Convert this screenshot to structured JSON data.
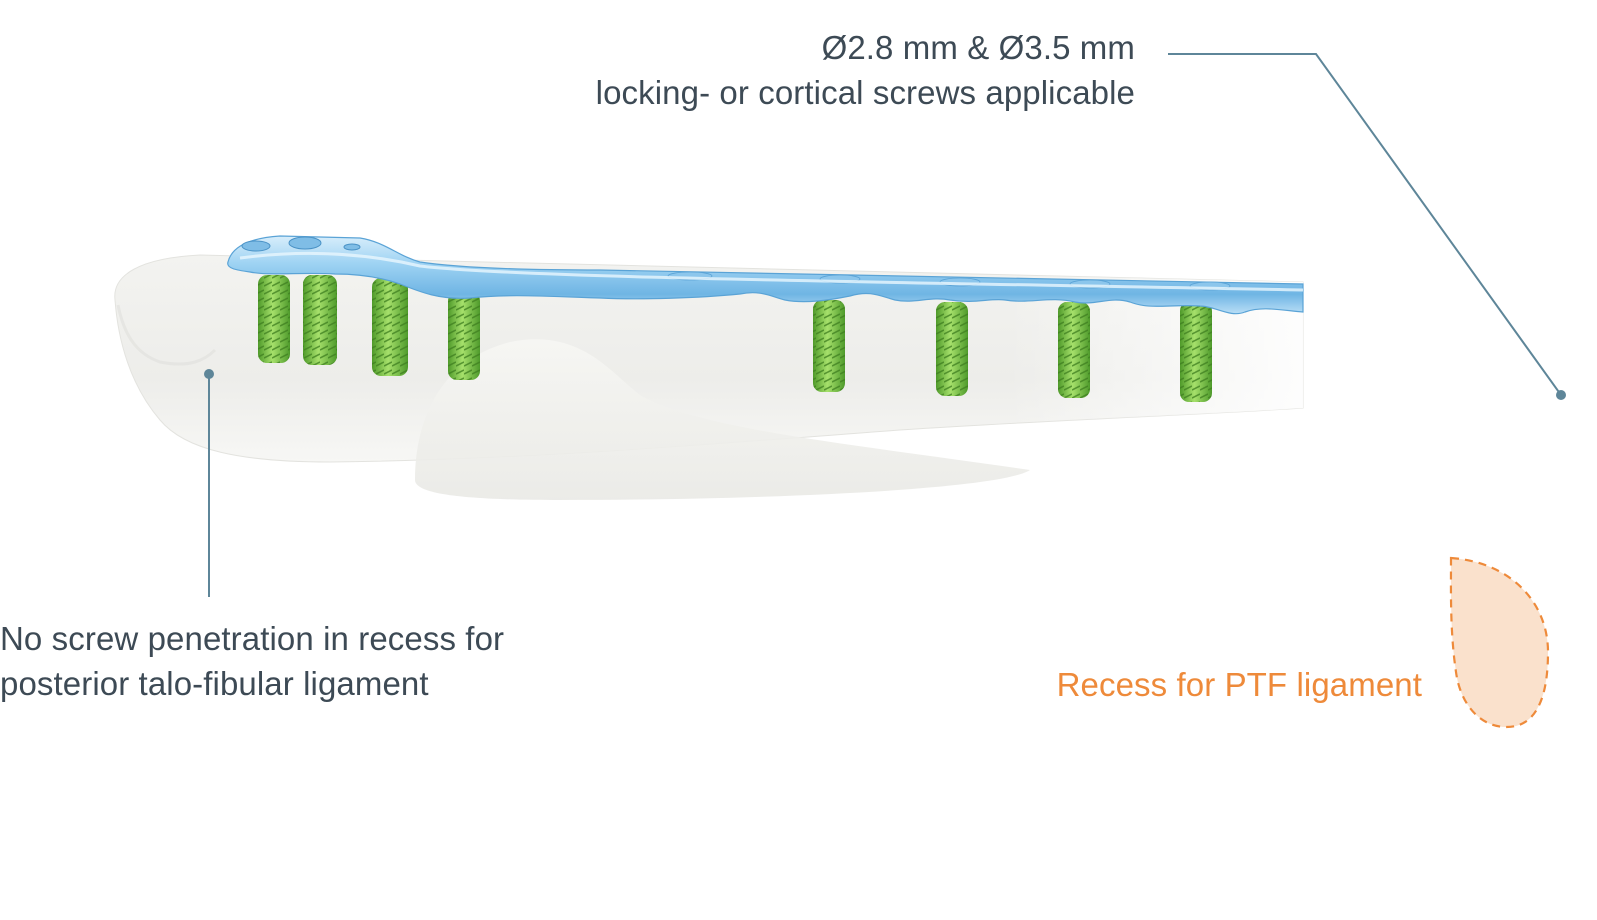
{
  "callouts": {
    "screw_options": {
      "line1": "Ø2.8 mm & Ø3.5 mm",
      "line2": "locking- or cortical screws applicable"
    },
    "no_penetration": {
      "line1": "No screw penetration in recess for",
      "line2": "posterior talo-fibular ligament"
    }
  },
  "legend": {
    "recess_label": "Recess for PTF ligament"
  },
  "colors": {
    "text": "#3d4a55",
    "leader_line": "#5e8699",
    "accent_orange": "#ee8a3a",
    "recess_fill": "#fae1cc",
    "plate_blue": "#8cc7ee",
    "screw_green": "#8ed15a",
    "bone": "#eeeeea"
  }
}
